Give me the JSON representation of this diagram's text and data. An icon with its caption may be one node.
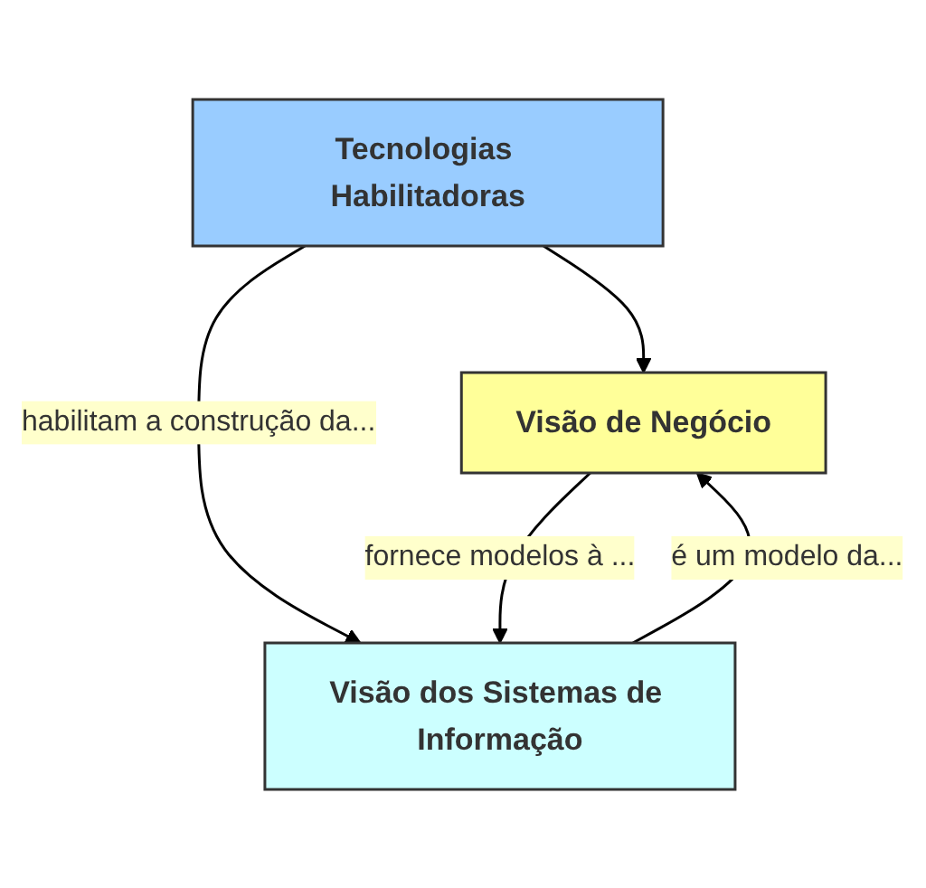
{
  "diagram": {
    "nodes": [
      {
        "text": [
          "Visão de Negócio"
        ]
      },
      {
        "text": [
          "Visão dos Sistemas de Informação"
        ]
      },
      {
        "text": [
          "Tecnologias Habilitadoras"
        ]
      }
    ],
    "edges": [
      {
        "from": 0,
        "to": 1,
        "arrow": "to",
        "label": "fornece modelos à ..."
      },
      {
        "from": 1,
        "to": 0,
        "arrow": "to",
        "label": "é um modelo da..."
      },
      {
        "from": 2,
        "to": 1,
        "arrow": "to",
        "label": "habilitam a construção da..."
      },
      {
        "from": 2,
        "to": 0,
        "arrow": "to"
      }
    ]
  }
}
